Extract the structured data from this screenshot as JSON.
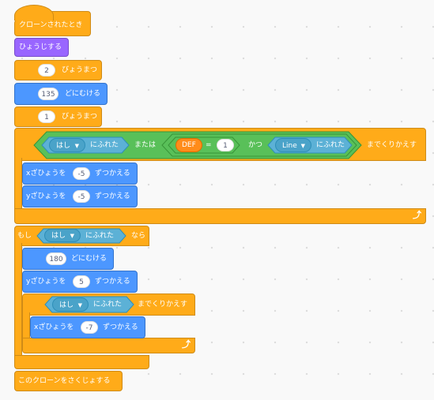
{
  "hat": {
    "label": "クローンされたとき"
  },
  "show": {
    "label": "ひょうじする"
  },
  "wait1": {
    "value": "2",
    "label": "びょうまつ"
  },
  "point1": {
    "value": "135",
    "label": "どにむける"
  },
  "wait2": {
    "value": "1",
    "label": "びょうまつ"
  },
  "repeat_until": {
    "edge_label": "はし",
    "touching_label": "にふれた",
    "or_label": "または",
    "var_label": "DEF",
    "eq_label": "=",
    "eq_value": "1",
    "and_label": "かつ",
    "line_label": "Line",
    "touching2_label": "にふれた",
    "suffix": "までくりかえす"
  },
  "changex1": {
    "prefix": "xざひょうを",
    "value": "-5",
    "suffix": "ずつかえる"
  },
  "changey1": {
    "prefix": "yざひょうを",
    "value": "-5",
    "suffix": "ずつかえる"
  },
  "ifblock": {
    "prefix": "もし",
    "edge_label": "はし",
    "touching_label": "にふれた",
    "suffix": "なら"
  },
  "point2": {
    "value": "180",
    "label": "どにむける"
  },
  "changey2": {
    "prefix": "yざひょうを",
    "value": "5",
    "suffix": "ずつかえる"
  },
  "inner_repeat": {
    "edge_label": "はし",
    "touching_label": "にふれた",
    "suffix": "までくりかえす"
  },
  "changex2": {
    "prefix": "xざひょうを",
    "value": "-7",
    "suffix": "ずつかえる"
  },
  "delete": {
    "label": "このクローンをさくじょする"
  },
  "loop_arrow": "⤴",
  "dropdown_arrow": "▼"
}
